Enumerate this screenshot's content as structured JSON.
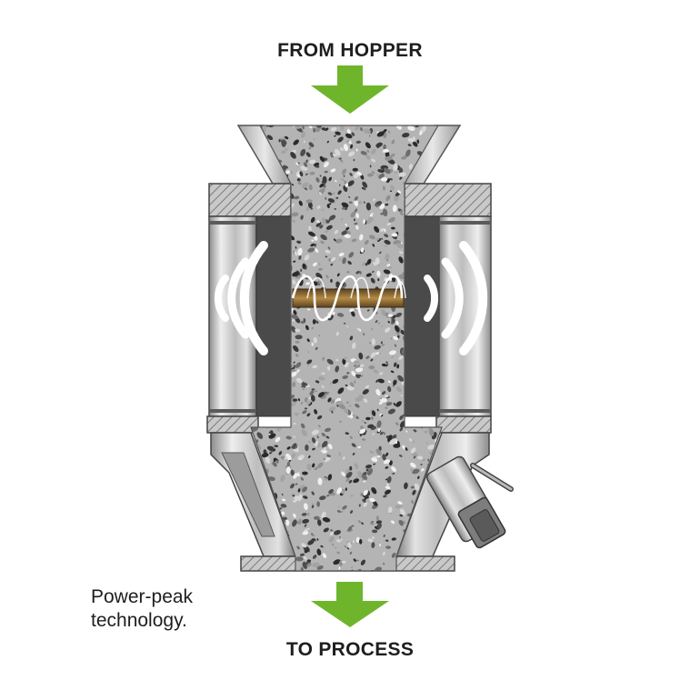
{
  "labels": {
    "inlet": "FROM HOPPER",
    "outlet": "TO PROCESS",
    "caption_line1": "Power-peak",
    "caption_line2": "technology."
  },
  "colors": {
    "arrow": "#6fb52c",
    "material_base": "#b4b4b4",
    "metal_light": "#d9d9d9",
    "metal_dark": "#4a4a4a",
    "coil": "#8a6a32"
  },
  "icons": {
    "inlet_arrow": "arrow-down-icon",
    "outlet_arrow": "arrow-down-icon",
    "left_waves": "radio-waves-icon",
    "right_waves": "radio-waves-icon",
    "coil": "helical-coil-icon"
  }
}
